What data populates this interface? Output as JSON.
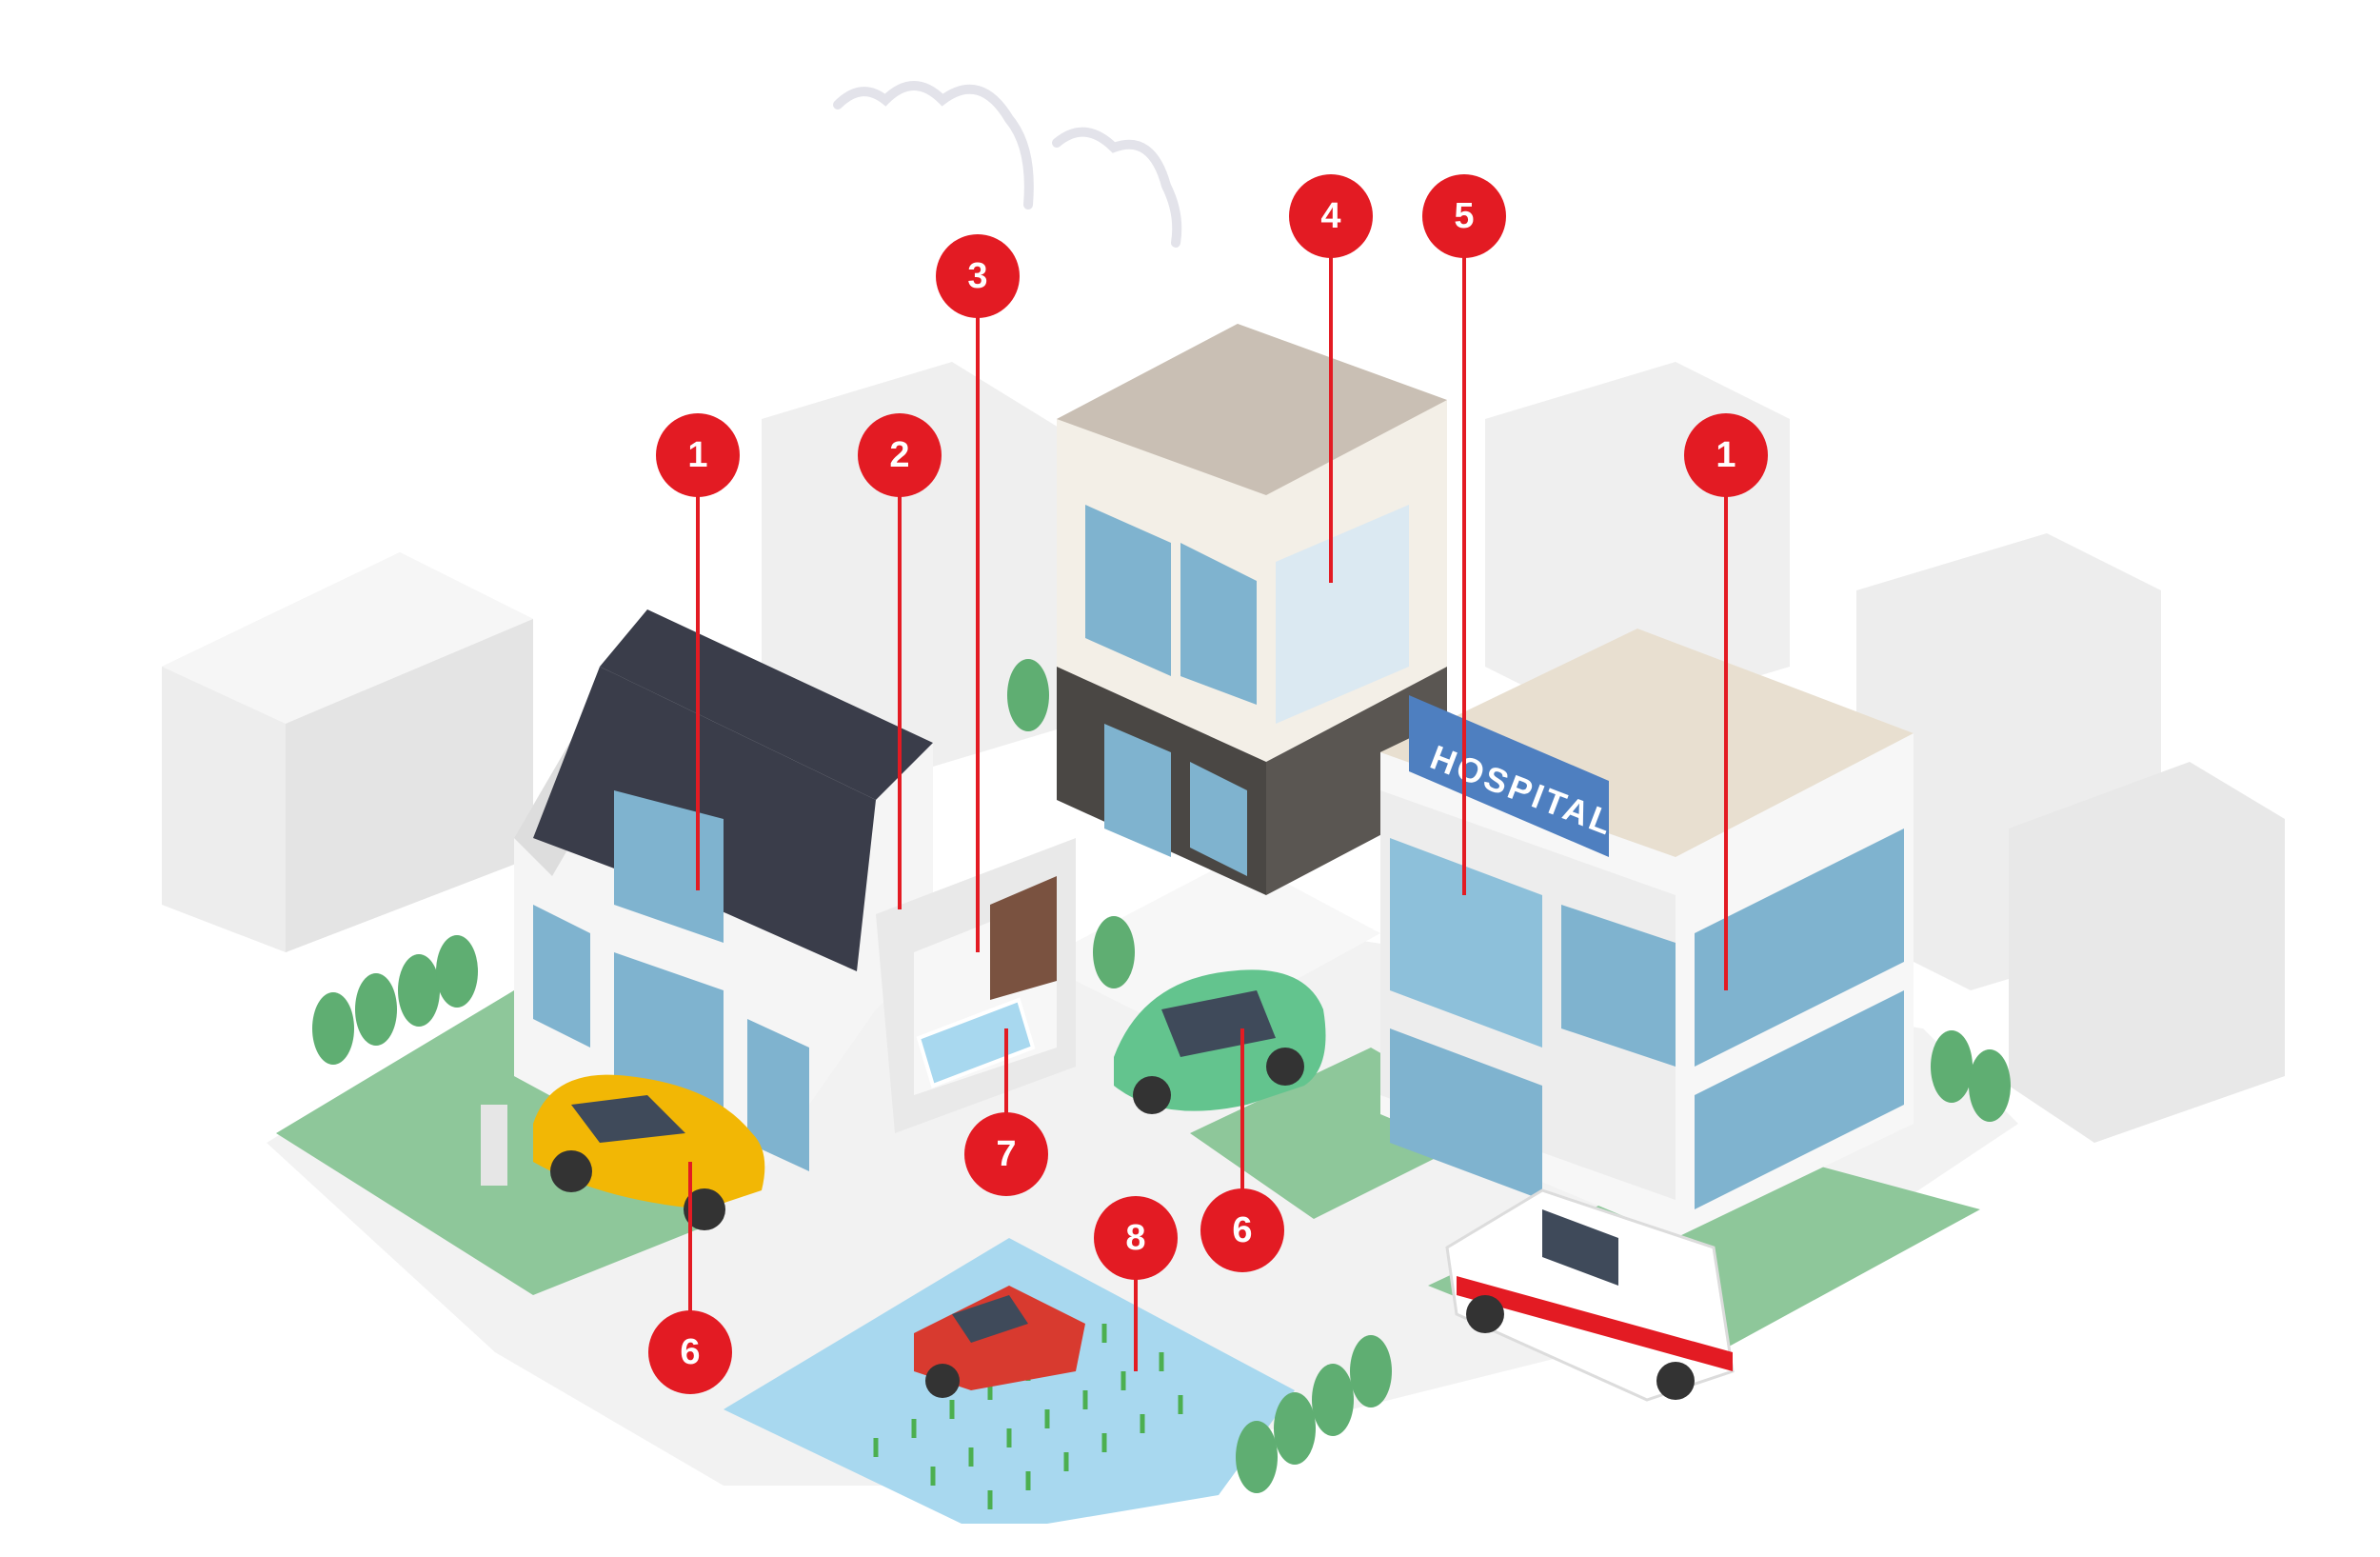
{
  "hospital_sign": "HOSPITAL",
  "colors": {
    "marker_red": "#e31b23",
    "grass": "#8ec79a",
    "road": "#f0f0f0",
    "roof": "#3a3d4a",
    "glass": "#7fb3cf",
    "car_yellow": "#f2b705",
    "car_green": "#63c48e",
    "tractor_red": "#d83a2f",
    "water": "#a8d8ef"
  },
  "callouts": [
    {
      "label": "1"
    },
    {
      "label": "2"
    },
    {
      "label": "3"
    },
    {
      "label": "4"
    },
    {
      "label": "5"
    },
    {
      "label": "1"
    },
    {
      "label": "7"
    },
    {
      "label": "6"
    },
    {
      "label": "6"
    },
    {
      "label": "8"
    }
  ]
}
